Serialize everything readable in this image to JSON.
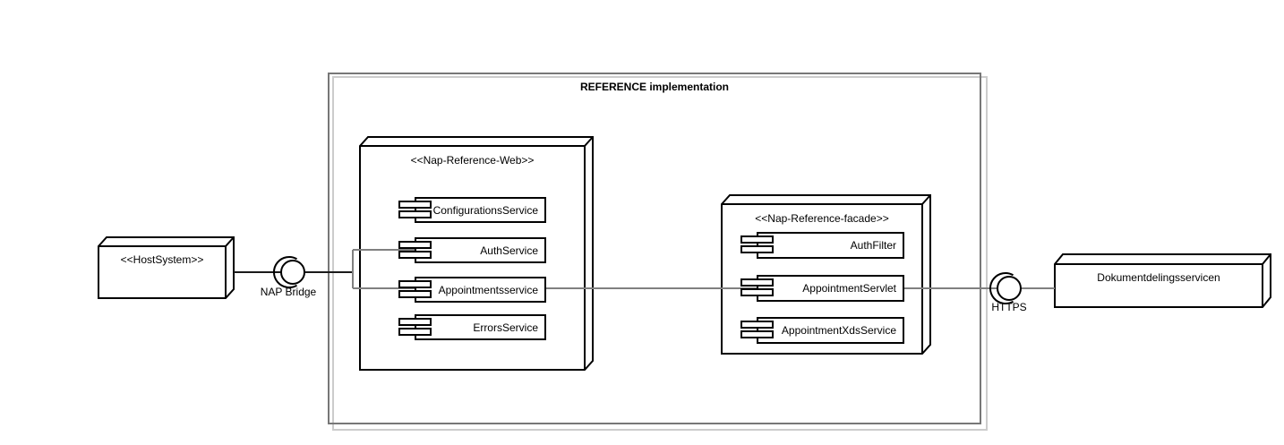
{
  "diagram": {
    "boundary": {
      "title": "REFERENCE implementation"
    },
    "nodes": {
      "host": {
        "label": "<<HostSystem>>"
      },
      "web": {
        "label": "<<Nap-Reference-Web>>",
        "components": [
          {
            "label": "ConfigurationsService"
          },
          {
            "label": "AuthService"
          },
          {
            "label": "Appointmentsservice"
          },
          {
            "label": "ErrorsService"
          }
        ]
      },
      "facade": {
        "label": "<<Nap-Reference-facade>>",
        "components": [
          {
            "label": "AuthFilter"
          },
          {
            "label": "AppointmentServlet"
          },
          {
            "label": "AppointmentXdsService"
          }
        ]
      },
      "dokument": {
        "label": "Dokumentdelingsservicen"
      }
    },
    "interfaces": {
      "nap_bridge": {
        "label": "NAP Bridge"
      },
      "https": {
        "label": "HTTPS"
      }
    },
    "colors": {
      "shape_stroke": "#000000",
      "boundary_stroke": "#777777",
      "boundary_shadow": "#cccccc",
      "connector": "#808080",
      "connector_dark": "#1a1a1a",
      "background": "#ffffff"
    }
  }
}
